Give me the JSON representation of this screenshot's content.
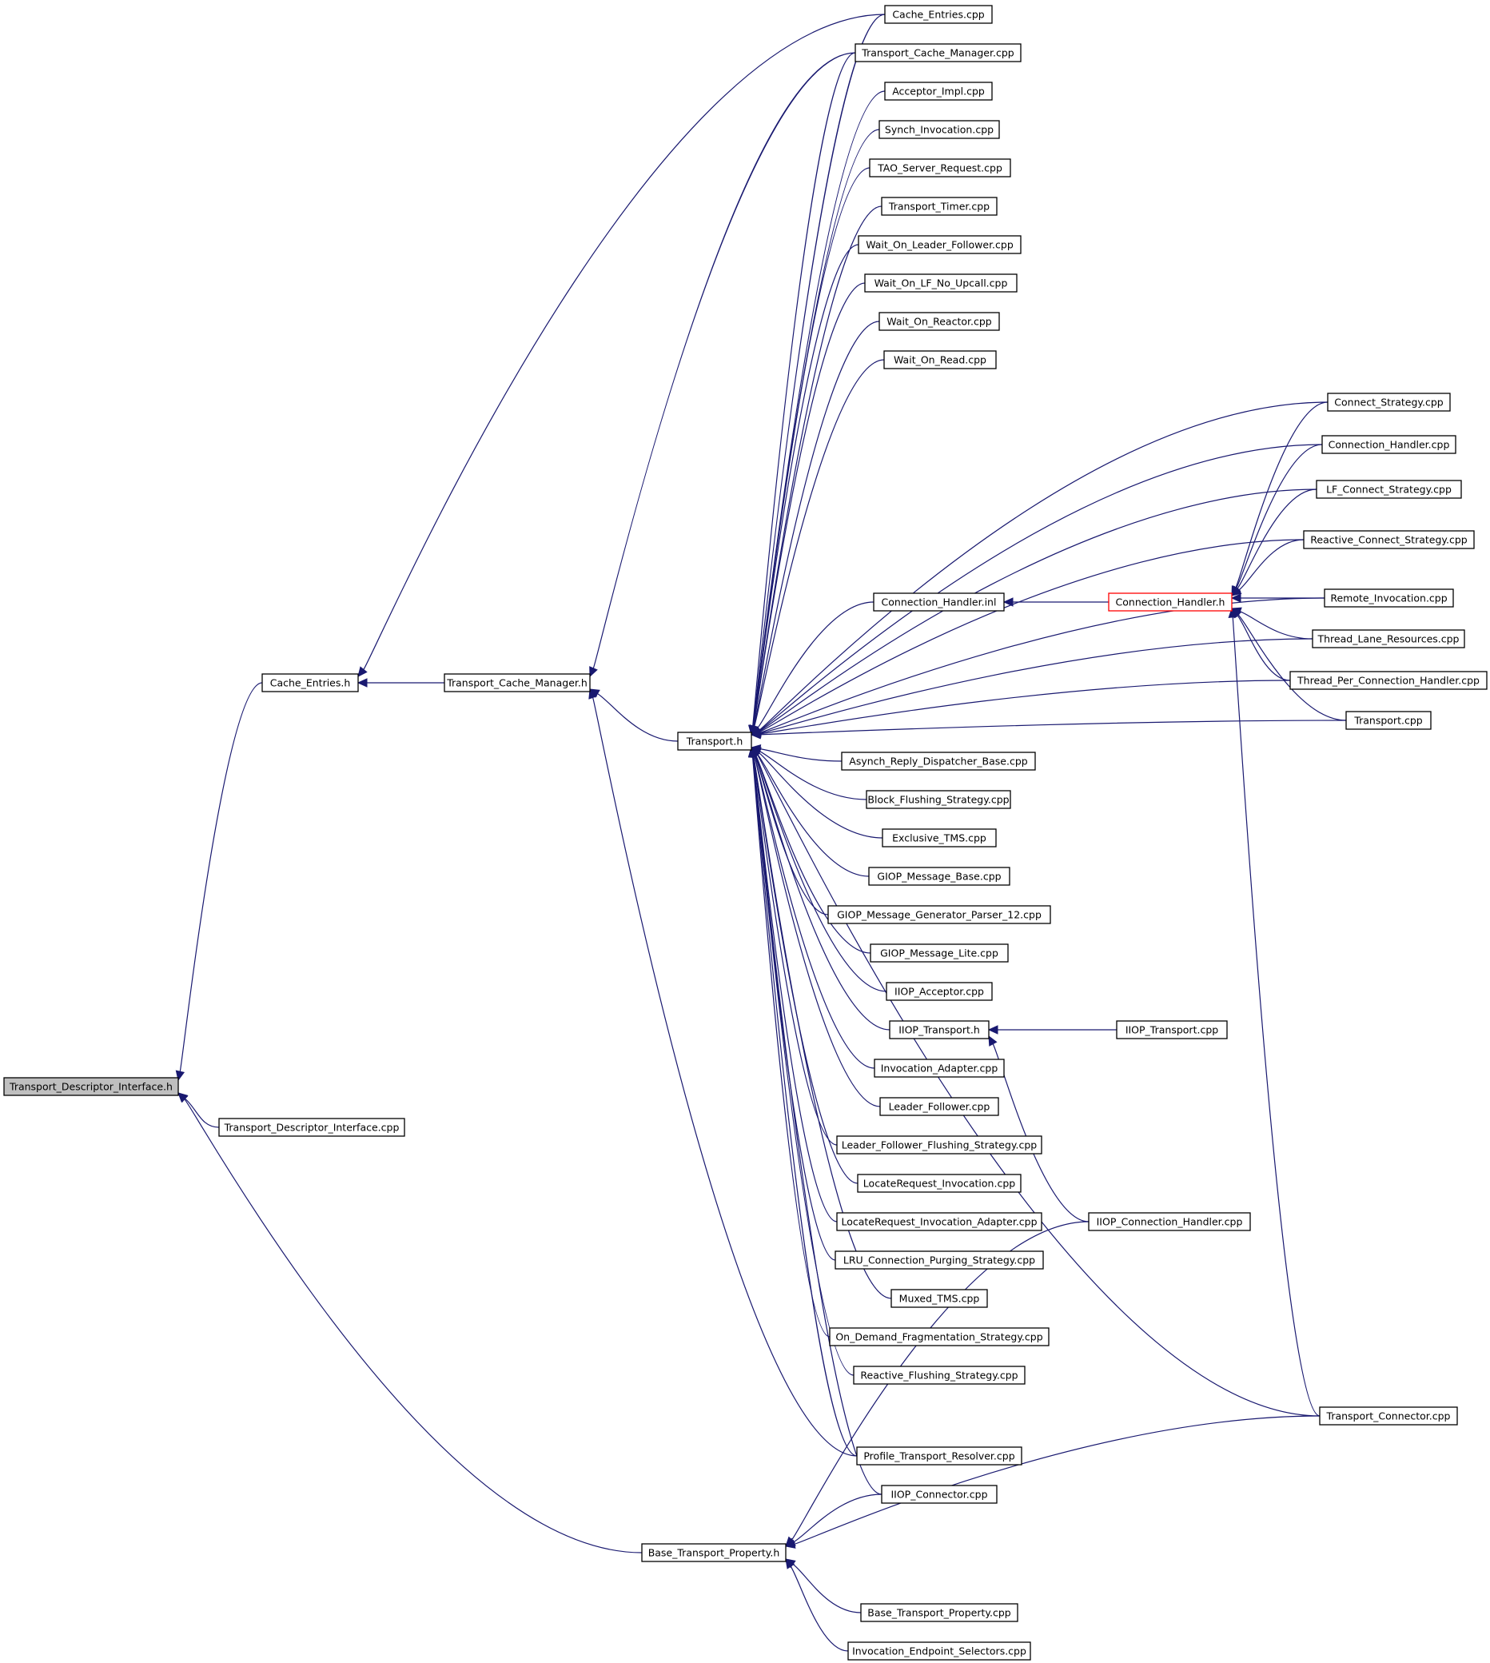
{
  "diagram": {
    "colors": {
      "edge": "#191970",
      "node_border": "#000000",
      "root_fill": "#bfbfbf",
      "highlight_border": "#ff0000"
    },
    "nodes": {
      "tdi_h": {
        "label": "Transport_Descriptor_Interface.h"
      },
      "tdi_cpp": {
        "label": "Transport_Descriptor_Interface.cpp"
      },
      "ce_h": {
        "label": "Cache_Entries.h"
      },
      "tcm_h": {
        "label": "Transport_Cache_Manager.h"
      },
      "tr_h": {
        "label": "Transport.h"
      },
      "btp_h": {
        "label": "Base_Transport_Property.h"
      },
      "ce_cpp": {
        "label": "Cache_Entries.cpp"
      },
      "tcm_cpp": {
        "label": "Transport_Cache_Manager.cpp"
      },
      "acc": {
        "label": "Acceptor_Impl.cpp"
      },
      "synch": {
        "label": "Synch_Invocation.cpp"
      },
      "tsr": {
        "label": "TAO_Server_Request.cpp"
      },
      "ttimer": {
        "label": "Transport_Timer.cpp"
      },
      "wolf": {
        "label": "Wait_On_Leader_Follower.cpp"
      },
      "wolfnu": {
        "label": "Wait_On_LF_No_Upcall.cpp"
      },
      "wor": {
        "label": "Wait_On_Reactor.cpp"
      },
      "wrd": {
        "label": "Wait_On_Read.cpp"
      },
      "chinl": {
        "label": "Connection_Handler.inl"
      },
      "ch_h": {
        "label": "Connection_Handler.h"
      },
      "cs": {
        "label": "Connect_Strategy.cpp"
      },
      "chcpp": {
        "label": "Connection_Handler.cpp"
      },
      "lfcs": {
        "label": "LF_Connect_Strategy.cpp"
      },
      "rcs": {
        "label": "Reactive_Connect_Strategy.cpp"
      },
      "rinv": {
        "label": "Remote_Invocation.cpp"
      },
      "tlr": {
        "label": "Thread_Lane_Resources.cpp"
      },
      "tpch": {
        "label": "Thread_Per_Connection_Handler.cpp"
      },
      "trcpp": {
        "label": "Transport.cpp"
      },
      "ardb": {
        "label": "Asynch_Reply_Dispatcher_Base.cpp"
      },
      "bfs": {
        "label": "Block_Flushing_Strategy.cpp"
      },
      "etms": {
        "label": "Exclusive_TMS.cpp"
      },
      "gmb": {
        "label": "GIOP_Message_Base.cpp"
      },
      "gmgp": {
        "label": "GIOP_Message_Generator_Parser_12.cpp"
      },
      "gml": {
        "label": "GIOP_Message_Lite.cpp"
      },
      "iacc": {
        "label": "IIOP_Acceptor.cpp"
      },
      "itr_h": {
        "label": "IIOP_Transport.h"
      },
      "itr_cpp": {
        "label": "IIOP_Transport.cpp"
      },
      "ia": {
        "label": "Invocation_Adapter.cpp"
      },
      "lf": {
        "label": "Leader_Follower.cpp"
      },
      "lffs": {
        "label": "Leader_Follower_Flushing_Strategy.cpp"
      },
      "lri": {
        "label": "LocateRequest_Invocation.cpp"
      },
      "lria": {
        "label": "LocateRequest_Invocation_Adapter.cpp"
      },
      "ich": {
        "label": "IIOP_Connection_Handler.cpp"
      },
      "lru": {
        "label": "LRU_Connection_Purging_Strategy.cpp"
      },
      "mtms": {
        "label": "Muxed_TMS.cpp"
      },
      "odfs": {
        "label": "On_Demand_Fragmentation_Strategy.cpp"
      },
      "rfs": {
        "label": "Reactive_Flushing_Strategy.cpp"
      },
      "tcon": {
        "label": "Transport_Connector.cpp"
      },
      "ptr": {
        "label": "Profile_Transport_Resolver.cpp"
      },
      "icon": {
        "label": "IIOP_Connector.cpp"
      },
      "btpcpp": {
        "label": "Base_Transport_Property.cpp"
      },
      "ies": {
        "label": "Invocation_Endpoint_Selectors.cpp"
      }
    },
    "edges": [
      [
        "tdi_cpp",
        "tdi_h"
      ],
      [
        "ce_h",
        "tdi_h"
      ],
      [
        "btp_h",
        "tdi_h"
      ],
      [
        "tcm_h",
        "ce_h"
      ],
      [
        "ce_cpp",
        "ce_h"
      ],
      [
        "tr_h",
        "tcm_h"
      ],
      [
        "tcm_cpp",
        "tcm_h"
      ],
      [
        "ptr",
        "tcm_h"
      ],
      [
        "ce_cpp",
        "tr_h"
      ],
      [
        "tcm_cpp",
        "tr_h"
      ],
      [
        "acc",
        "tr_h"
      ],
      [
        "synch",
        "tr_h"
      ],
      [
        "tsr",
        "tr_h"
      ],
      [
        "ttimer",
        "tr_h"
      ],
      [
        "wolf",
        "tr_h"
      ],
      [
        "wolfnu",
        "tr_h"
      ],
      [
        "wor",
        "tr_h"
      ],
      [
        "wrd",
        "tr_h"
      ],
      [
        "cs",
        "tr_h"
      ],
      [
        "chcpp",
        "tr_h"
      ],
      [
        "lfcs",
        "tr_h"
      ],
      [
        "rcs",
        "tr_h"
      ],
      [
        "rinv",
        "tr_h"
      ],
      [
        "chinl",
        "tr_h"
      ],
      [
        "tlr",
        "tr_h"
      ],
      [
        "tpch",
        "tr_h"
      ],
      [
        "trcpp",
        "tr_h"
      ],
      [
        "ardb",
        "tr_h"
      ],
      [
        "bfs",
        "tr_h"
      ],
      [
        "etms",
        "tr_h"
      ],
      [
        "gmb",
        "tr_h"
      ],
      [
        "gmgp",
        "tr_h"
      ],
      [
        "gml",
        "tr_h"
      ],
      [
        "iacc",
        "tr_h"
      ],
      [
        "itr_h",
        "tr_h"
      ],
      [
        "ia",
        "tr_h"
      ],
      [
        "lf",
        "tr_h"
      ],
      [
        "lffs",
        "tr_h"
      ],
      [
        "lri",
        "tr_h"
      ],
      [
        "lria",
        "tr_h"
      ],
      [
        "lru",
        "tr_h"
      ],
      [
        "mtms",
        "tr_h"
      ],
      [
        "odfs",
        "tr_h"
      ],
      [
        "rfs",
        "tr_h"
      ],
      [
        "tcon",
        "tr_h"
      ],
      [
        "ptr",
        "tr_h"
      ],
      [
        "icon",
        "tr_h"
      ],
      [
        "ch_h",
        "chinl"
      ],
      [
        "cs",
        "ch_h"
      ],
      [
        "chcpp",
        "ch_h"
      ],
      [
        "lfcs",
        "ch_h"
      ],
      [
        "rcs",
        "ch_h"
      ],
      [
        "rinv",
        "ch_h"
      ],
      [
        "tlr",
        "ch_h"
      ],
      [
        "tpch",
        "ch_h"
      ],
      [
        "trcpp",
        "ch_h"
      ],
      [
        "tcon",
        "ch_h"
      ],
      [
        "itr_cpp",
        "itr_h"
      ],
      [
        "ich",
        "itr_h"
      ],
      [
        "icon",
        "btp_h"
      ],
      [
        "ich",
        "btp_h"
      ],
      [
        "tcon",
        "btp_h"
      ],
      [
        "btpcpp",
        "btp_h"
      ],
      [
        "ies",
        "btp_h"
      ]
    ]
  }
}
